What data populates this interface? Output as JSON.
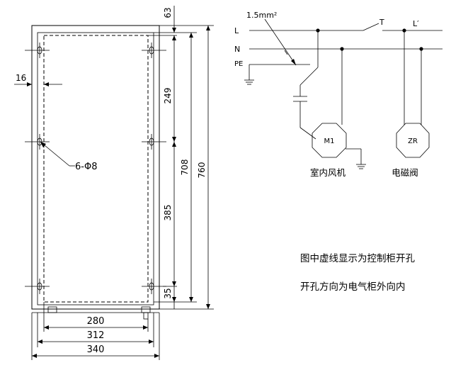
{
  "dimensions": {
    "top_gap": "63",
    "upper_span": "249",
    "lower_span": "385",
    "bottom_gap": "35",
    "inner_height": "708",
    "outer_height": "760",
    "edge_offset": "16",
    "hole_label": "6-Φ8",
    "inner_width": "280",
    "mid_width": "312",
    "outer_width": "340"
  },
  "circuit": {
    "wire_size": "1.5mm²",
    "line_L": "L",
    "line_N": "N",
    "line_PE": "PE",
    "switch_T": "T",
    "line_L_prime": "L′",
    "motor_label": "M1",
    "valve_label": "ZR",
    "motor_caption": "室内风机",
    "valve_caption": "电磁阀"
  },
  "notes": {
    "line1": "图中虚线显示为控制柜开孔",
    "line2": "开孔方向为电气柜外向内"
  }
}
